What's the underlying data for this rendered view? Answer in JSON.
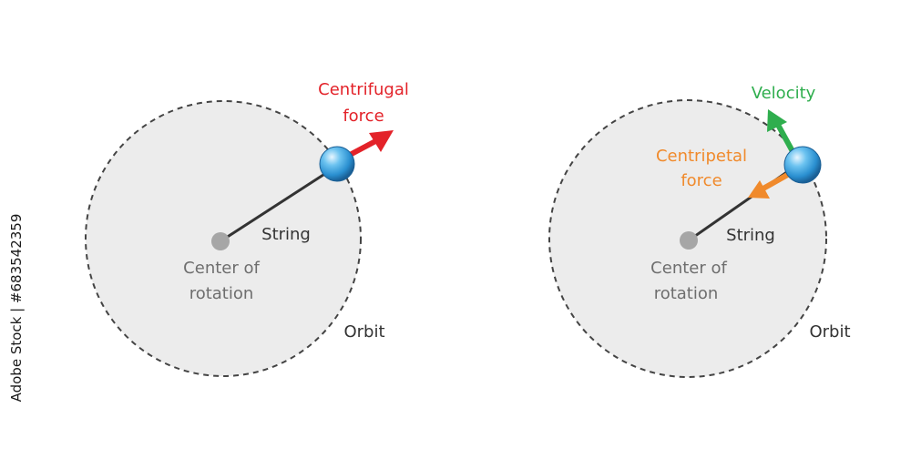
{
  "left_diagram": {
    "centrifugal_label": [
      "Centrifugal",
      "force"
    ],
    "string_label": "String",
    "center_label": [
      "Center of",
      "rotation"
    ],
    "orbit_label": "Orbit"
  },
  "right_diagram": {
    "velocity_label": "Velocity",
    "centripetal_label": [
      "Centripetal",
      "force"
    ],
    "string_label": "String",
    "center_label": [
      "Center of",
      "rotation"
    ],
    "orbit_label": "Orbit"
  },
  "watermark": "Adobe Stock | #683542359",
  "colors": {
    "orbit_fill": "#ececec",
    "centrifugal": "#e32229",
    "centripetal": "#f08a2c",
    "velocity": "#2fae4e",
    "ball": "#2a8fd0",
    "center_dot": "#a6a6a6"
  }
}
